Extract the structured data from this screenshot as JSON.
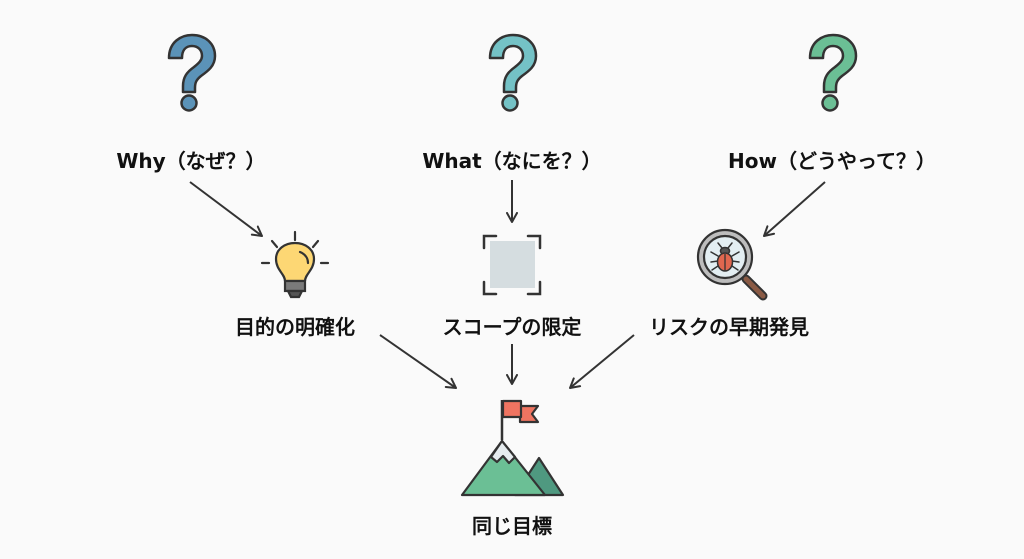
{
  "questions": [
    {
      "label": "Why（なぜ？）",
      "color": "#5b93b8",
      "icon": "question-mark-icon"
    },
    {
      "label": "What（なにを？）",
      "color": "#74c2c6",
      "icon": "question-mark-icon"
    },
    {
      "label": "How（どうやって？）",
      "color": "#6bbf95",
      "icon": "question-mark-icon"
    }
  ],
  "outcomes": [
    {
      "label": "目的の明確化",
      "icon": "lightbulb-icon",
      "color": "#fdd774"
    },
    {
      "label": "スコープの限定",
      "icon": "scope-frame-icon",
      "color": "#d5dde0"
    },
    {
      "label": "リスクの早期発見",
      "icon": "bug-magnifier-icon",
      "color": "#e0674f"
    }
  ],
  "goal": {
    "label": "同じ目標",
    "icon": "mountain-flag-icon",
    "color": "#6bbf95",
    "flag_color": "#ef7461"
  },
  "stroke_color": "#333333"
}
